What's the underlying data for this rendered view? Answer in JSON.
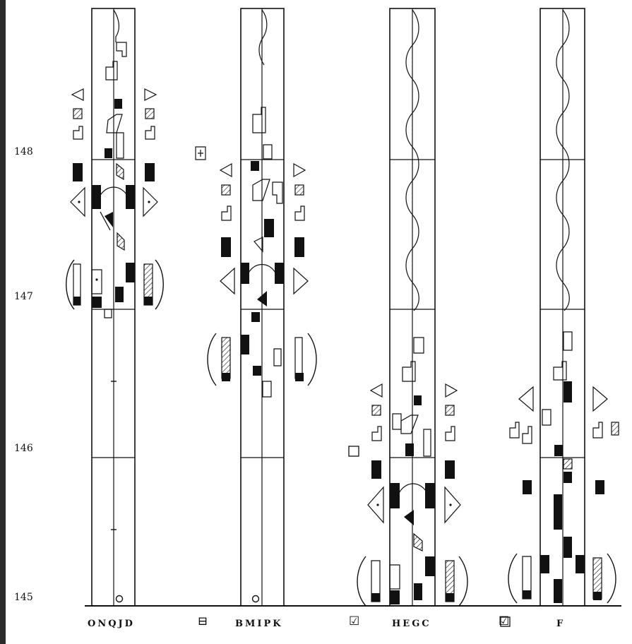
{
  "diagram": {
    "measures": [
      {
        "label": "148",
        "value": 148
      },
      {
        "label": "147",
        "value": 147
      },
      {
        "label": "146",
        "value": 146
      },
      {
        "label": "145",
        "value": 145
      }
    ],
    "staves": [
      {
        "id": "onqjd",
        "label": "ONQJD",
        "has_path_sign": false
      },
      {
        "id": "bmipk",
        "label": "BMIPK",
        "has_path_sign": false
      },
      {
        "id": "hegc",
        "label": "HEGC",
        "has_path_sign": true
      },
      {
        "id": "f",
        "label": "F",
        "has_path_sign": true
      }
    ],
    "key_signs": [
      "⊟",
      "☑",
      "☑"
    ],
    "colors": {
      "ink": "#111111",
      "paper": "#ffffff",
      "frame": "#2b2b2b"
    },
    "symbol_types": [
      "direction-left-icon",
      "direction-right-icon",
      "forward-high-icon",
      "hold-bar-icon",
      "hatched-symbol-icon",
      "bow-bracket-icon"
    ]
  }
}
